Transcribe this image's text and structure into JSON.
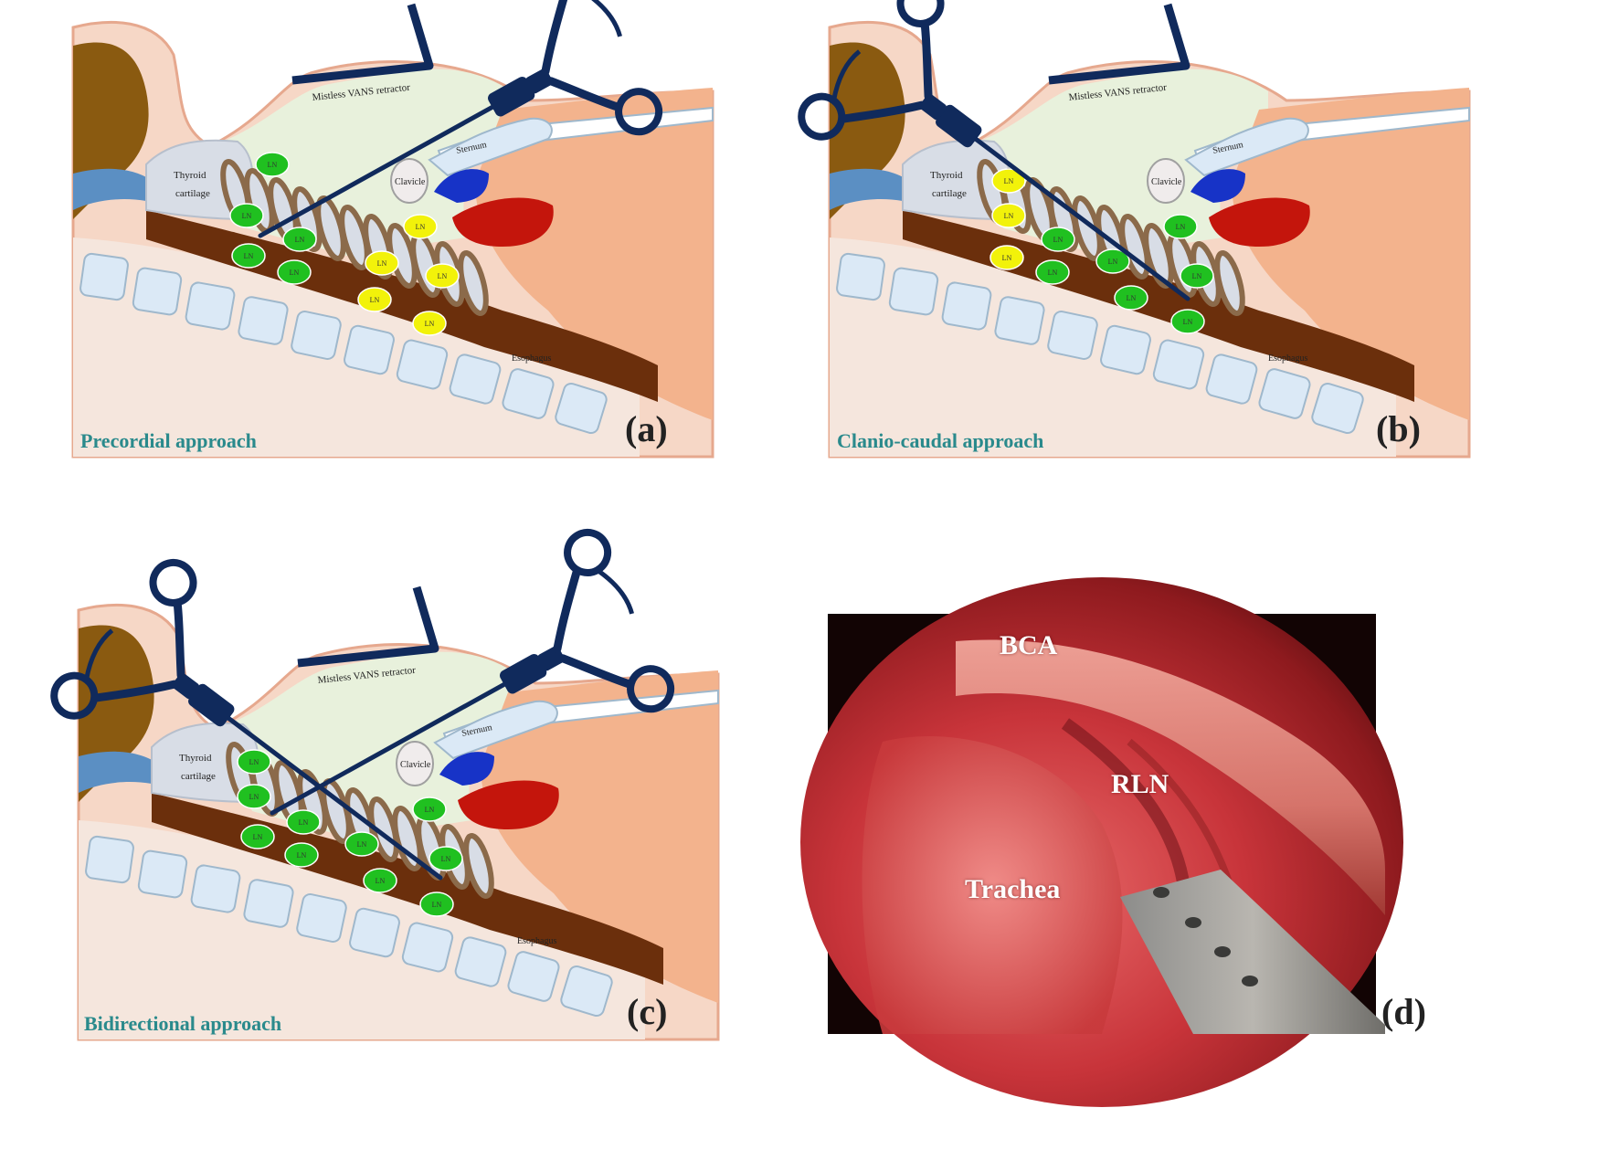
{
  "colors": {
    "skin": "#f6d7c6",
    "skin_stroke": "#e6a88e",
    "soft_tissue": "#e8f1dc",
    "muscle": "#f3b38d",
    "vertebra": "#dbe9f6",
    "vertebra_stroke": "#9fb8cc",
    "esophagus": "#6b2f0c",
    "bone_brown": "#8a5a10",
    "cartilage": "#d8dde6",
    "ring_brown": "#8b6a4a",
    "vein": "#1733c7",
    "artery": "#c4150c",
    "ln_green": "#20c020",
    "ln_yellow": "#f2f20a",
    "instrument": "#102a5c",
    "caption_teal": "#2a8a8c"
  },
  "anatomy_labels": {
    "retractor": "Mistless VANS retractor",
    "sternum": "Sternum",
    "clavicle": "Clavicle",
    "thyroid_line1": "Thyroid",
    "thyroid_line2": "cartilage",
    "esophagus": "Esophagus",
    "lymph_node": "LN"
  },
  "panels": [
    {
      "id": "a",
      "letter": "(a)",
      "caption": "Precordial approach"
    },
    {
      "id": "b",
      "letter": "(b)",
      "caption": "Clanio-caudal approach"
    },
    {
      "id": "c",
      "letter": "(c)",
      "caption": "Bidirectional approach"
    },
    {
      "id": "d",
      "letter": "(d)",
      "caption": ""
    }
  ],
  "photo_labels": {
    "bca": "BCA",
    "rln": "RLN",
    "trachea": "Trachea"
  },
  "icons": [
    "laparoscopic-forceps-icon",
    "retractor-icon"
  ]
}
